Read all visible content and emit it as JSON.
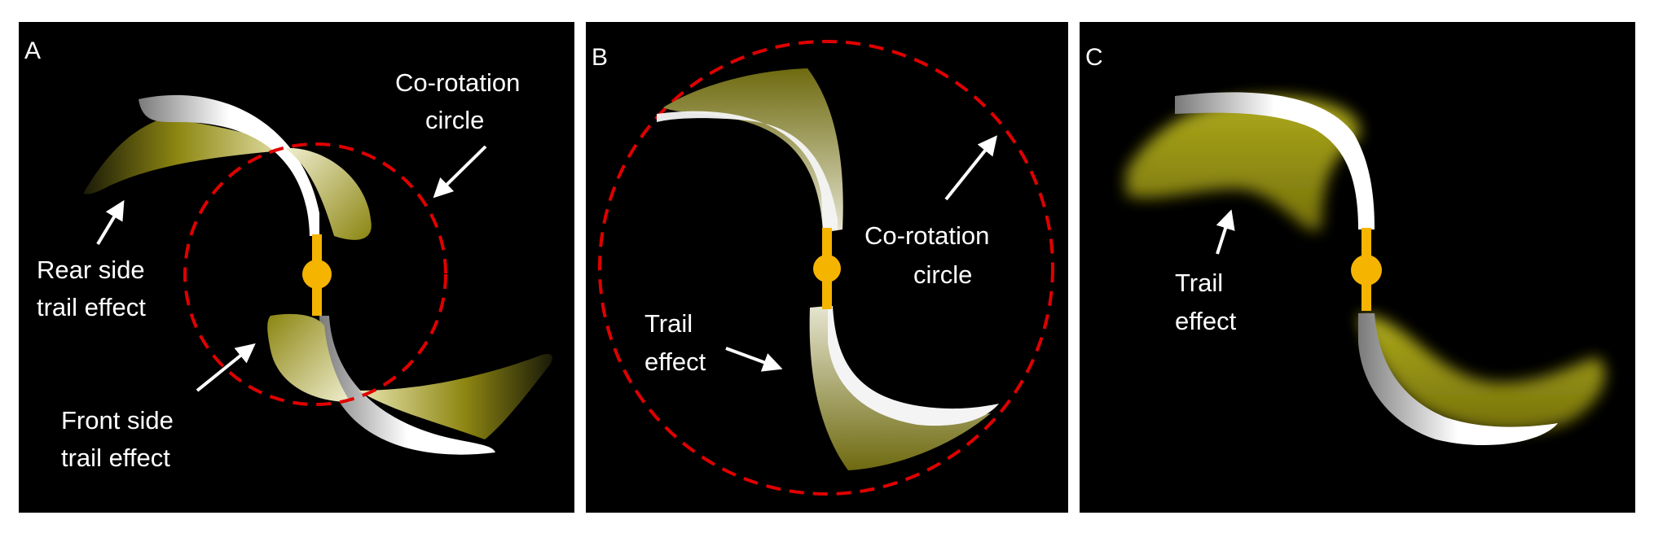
{
  "colors": {
    "background": "#000000",
    "panel_border": "#ffffff",
    "blade_white": "#f4f4f4",
    "trail_yellow": "#9a9416",
    "hub_orange": "#f5b400",
    "corotation_circle": "#e00000",
    "arrow": "#ffffff"
  },
  "panels": [
    {
      "label": "A",
      "annotations": {
        "corotation_line1": "Co-rotation",
        "corotation_line2": "circle",
        "rear_line1": "Rear side",
        "rear_line2": "trail effect",
        "front_line1": "Front side",
        "front_line2": "trail effect"
      }
    },
    {
      "label": "B",
      "annotations": {
        "corotation_line1": "Co-rotation",
        "corotation_line2": "circle",
        "trail_line1": "Trail",
        "trail_line2": "effect"
      }
    },
    {
      "label": "C",
      "annotations": {
        "trail_line1": "Trail",
        "trail_line2": "effect"
      }
    }
  ]
}
